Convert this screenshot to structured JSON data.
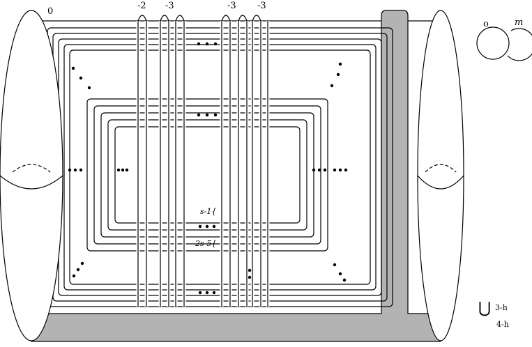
{
  "labels": {
    "framing_zero": "0",
    "framings": [
      "-2",
      "-3",
      "-3",
      "-3"
    ],
    "s_minus_1": "s-1{",
    "two_s_minus_5": "2s-5{",
    "hopf_left": "o",
    "hopf_right": "m",
    "union": "⋃",
    "three_handles": "3-h",
    "four_handles": "4-h"
  },
  "colors": {
    "band": "#b3b3b3",
    "stroke": "#000000"
  }
}
